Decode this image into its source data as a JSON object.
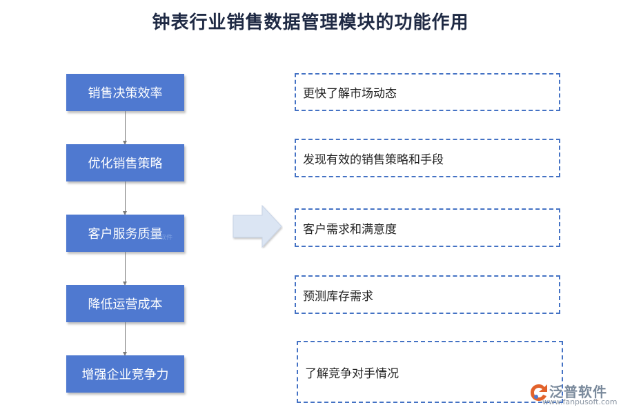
{
  "title": "钟表行业销售数据管理模块的功能作用",
  "left_items": [
    {
      "label": "销售决策效率"
    },
    {
      "label": "优化销售策略"
    },
    {
      "label": "客户服务质量"
    },
    {
      "label": "降低运营成本"
    },
    {
      "label": "增强企业竞争力"
    }
  ],
  "right_items": [
    {
      "label": "更快了解市场动态"
    },
    {
      "label": "发现有效的销售策略和手段"
    },
    {
      "label": "客户需求和满意度"
    },
    {
      "label": "预测库存需求"
    },
    {
      "label": "了解竞争对手情况"
    }
  ],
  "watermark": "泛普软件",
  "logo": {
    "name": "泛普软件",
    "url": "www.fanpusoft.com"
  },
  "colors": {
    "left_box_fill": "#4f79d0",
    "right_box_border": "#4472c4",
    "arrow_fill": "#dbe5f3"
  }
}
